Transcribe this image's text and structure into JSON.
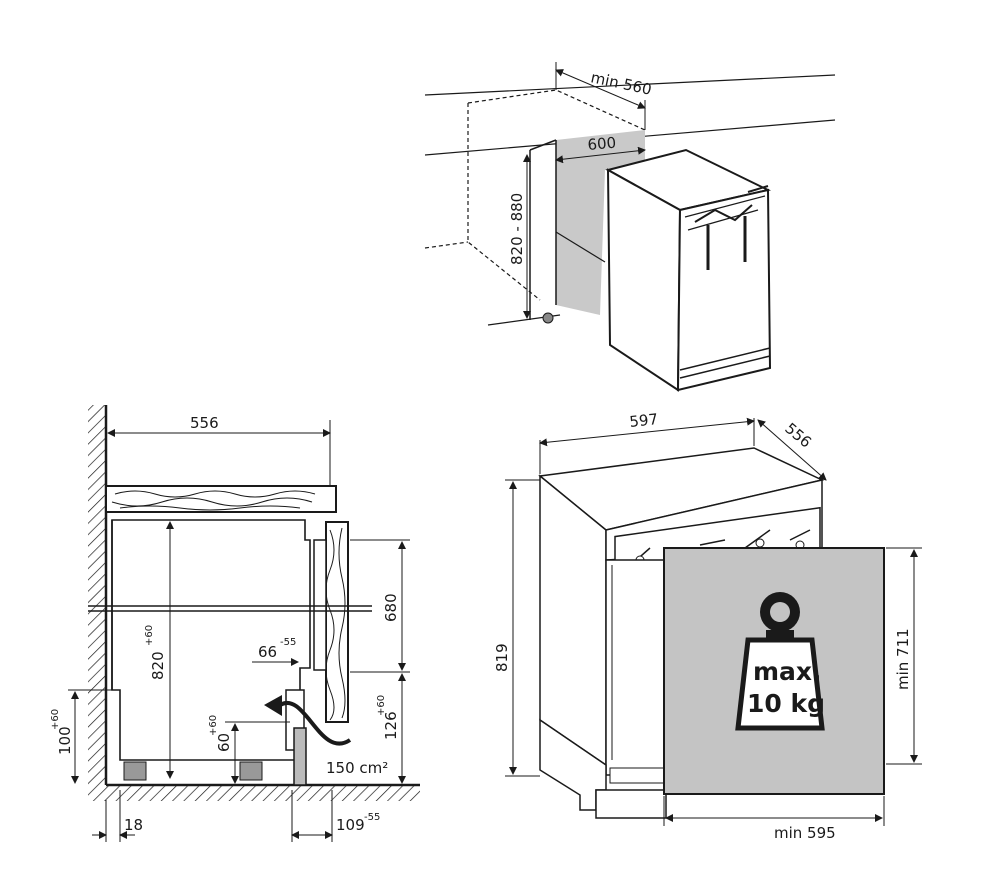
{
  "top_view": {
    "dim_min_width": "min 560",
    "dim_niche_width": "600",
    "dim_height_range": "820 - 880"
  },
  "side_view": {
    "dim_depth": "556",
    "dim_height_main": "820",
    "dim_height_main_tol": "+60",
    "dim_door": "680",
    "dim_vent_offset": "66",
    "dim_vent_offset_tol": "-55",
    "dim_plinth_height": "100",
    "dim_plinth_height_tol": "+60",
    "dim_vent_height": "60",
    "dim_vent_height_tol": "+60",
    "dim_lower_height": "126",
    "dim_lower_height_tol": "+60",
    "ventilation_area": "150 cm²",
    "dim_plinth_gap": "18",
    "dim_plinth_depth": "109",
    "dim_plinth_depth_tol": "-55"
  },
  "front_view": {
    "dim_width": "597",
    "dim_depth": "556",
    "dim_height": "819",
    "dim_door_height": "min 711",
    "dim_door_width": "min 595",
    "weight_label_line1": "max.",
    "weight_label_line2": "10 kg"
  }
}
